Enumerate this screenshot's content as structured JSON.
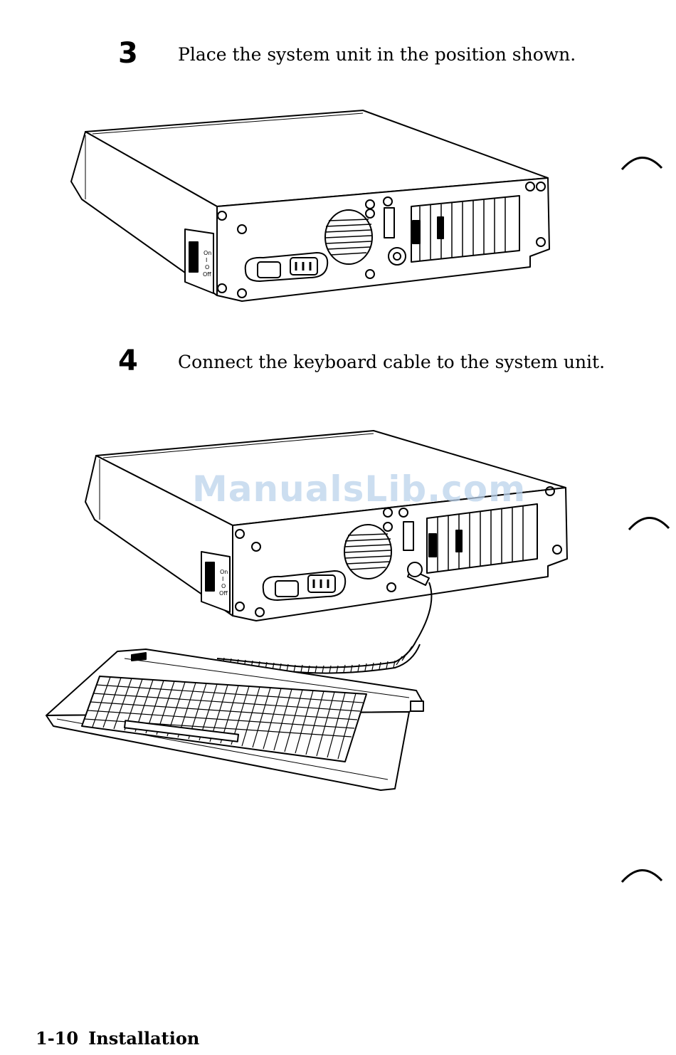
{
  "steps": [
    {
      "number": "3",
      "text": "Place the system unit in the position shown."
    },
    {
      "number": "4",
      "text": "Connect the keyboard cable to the system unit."
    }
  ],
  "switch_labels": {
    "on": "On",
    "one": "I",
    "zero": "O",
    "off": "Off"
  },
  "watermark": "ManualsLib.com",
  "footer": {
    "page": "1-10",
    "section": "Installation"
  },
  "icons": [
    "system-unit-rear-illustration",
    "system-unit-with-keyboard-illustration",
    "section-tab-mark"
  ]
}
